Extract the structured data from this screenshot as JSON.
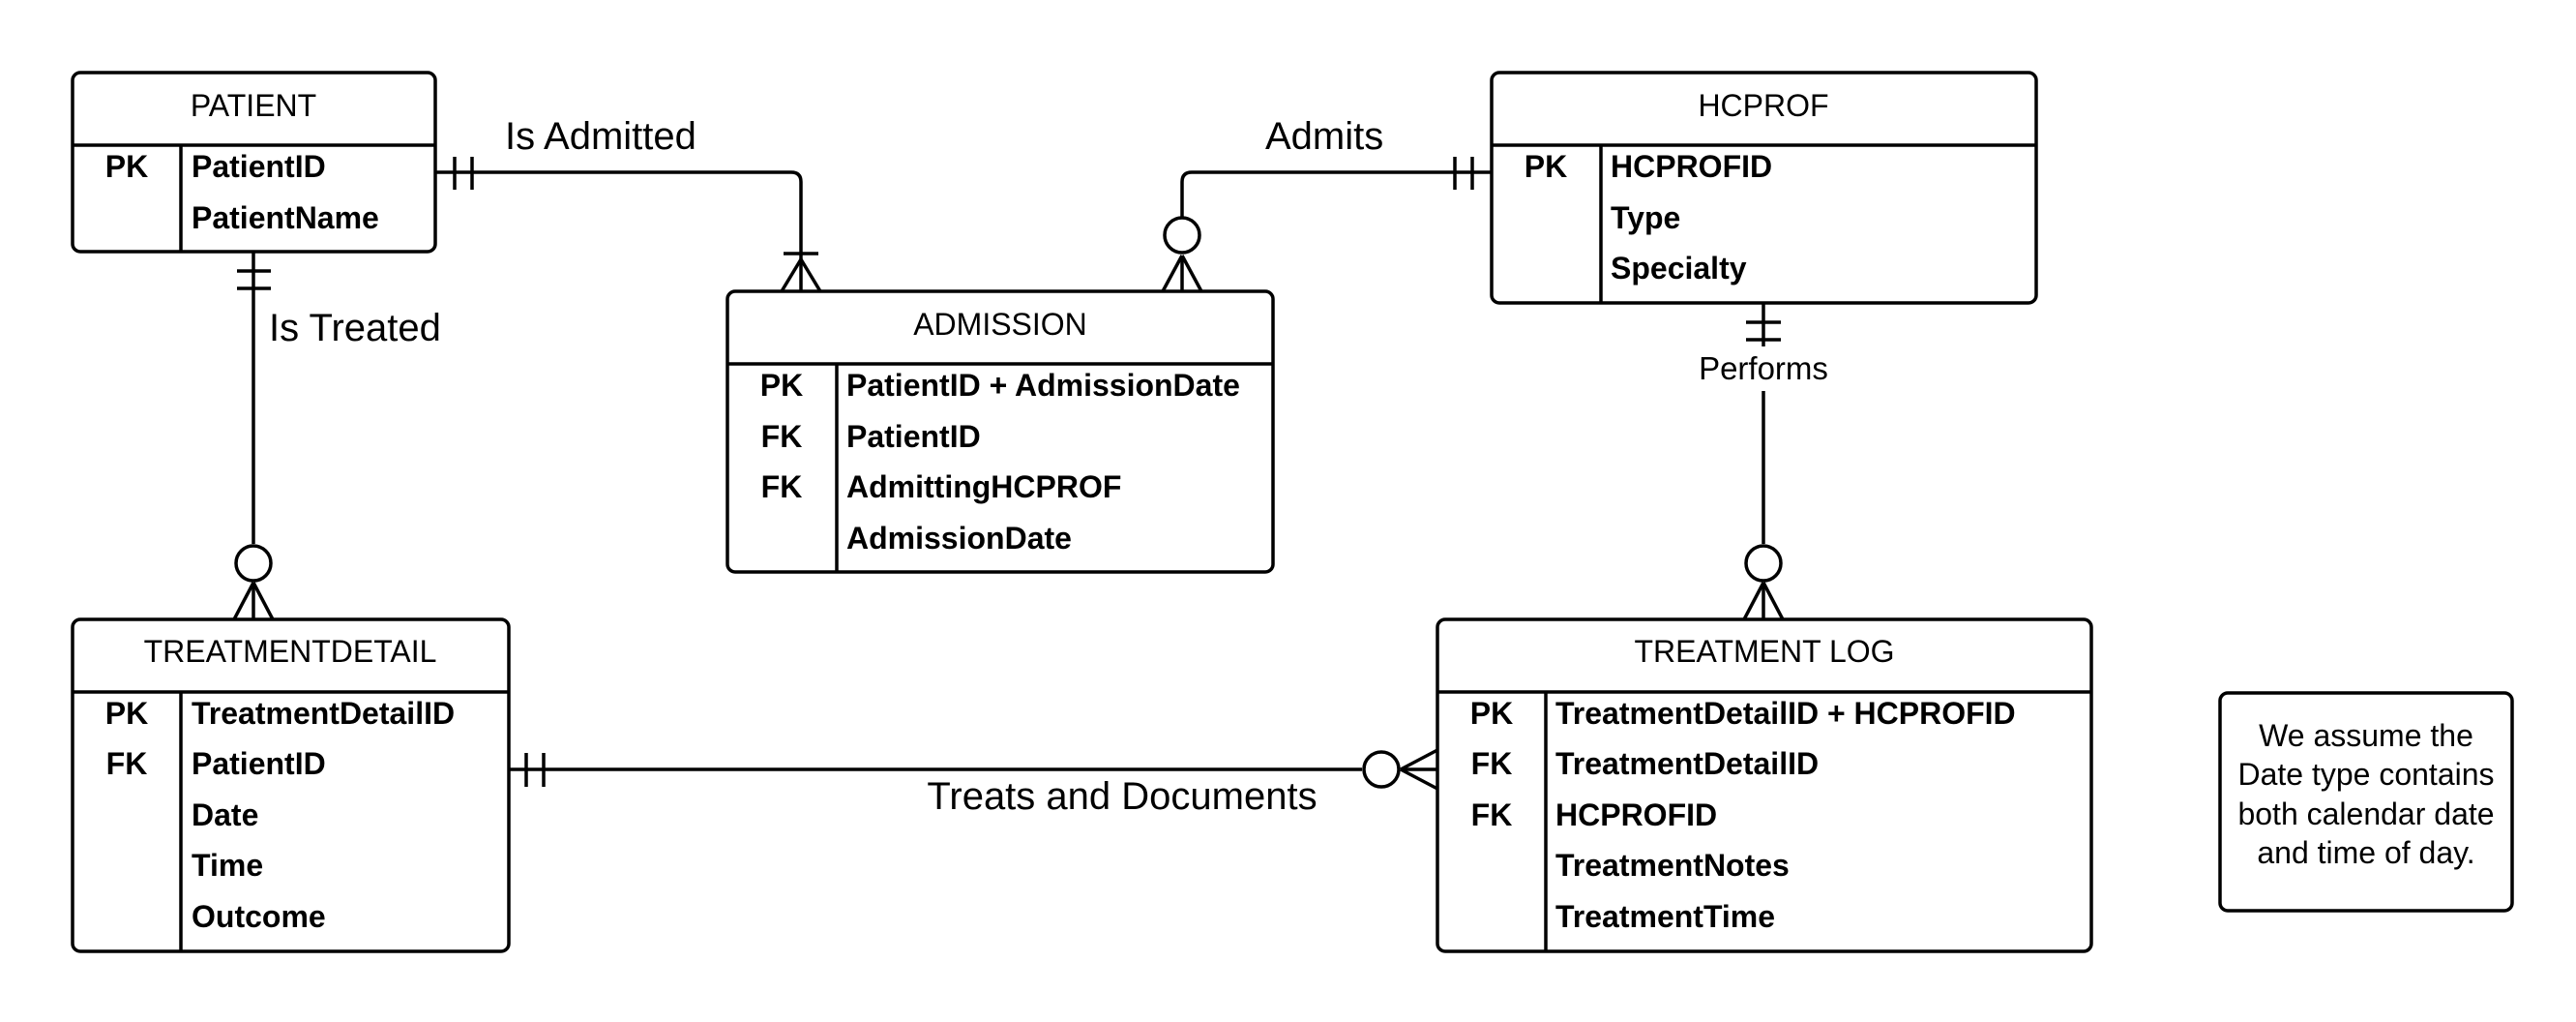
{
  "entities": {
    "patient": {
      "name": "PATIENT",
      "rows": [
        {
          "key": "PK",
          "field": "PatientID"
        },
        {
          "key": "",
          "field": "PatientName"
        }
      ]
    },
    "admission": {
      "name": "ADMISSION",
      "rows": [
        {
          "key": "PK",
          "field": "PatientID + AdmissionDate"
        },
        {
          "key": "FK",
          "field": "PatientID"
        },
        {
          "key": "FK",
          "field": "AdmittingHCPROF"
        },
        {
          "key": "",
          "field": "AdmissionDate"
        }
      ]
    },
    "hcprof": {
      "name": "HCPROF",
      "rows": [
        {
          "key": "PK",
          "field": "HCPROFID"
        },
        {
          "key": "",
          "field": "Type"
        },
        {
          "key": "",
          "field": "Specialty"
        }
      ]
    },
    "treatmentdetail": {
      "name": "TREATMENTDETAIL",
      "rows": [
        {
          "key": "PK",
          "field": "TreatmentDetailID"
        },
        {
          "key": "FK",
          "field": "PatientID"
        },
        {
          "key": "",
          "field": "Date"
        },
        {
          "key": "",
          "field": "Time"
        },
        {
          "key": "",
          "field": "Outcome"
        }
      ]
    },
    "treatmentlog": {
      "name": "TREATMENT LOG",
      "rows": [
        {
          "key": "PK",
          "field": "TreatmentDetailID + HCPROFID"
        },
        {
          "key": "FK",
          "field": "TreatmentDetailID"
        },
        {
          "key": "FK",
          "field": "HCPROFID"
        },
        {
          "key": "",
          "field": "TreatmentNotes"
        },
        {
          "key": "",
          "field": "TreatmentTime"
        }
      ]
    }
  },
  "relationships": {
    "is_admitted": "Is Admitted",
    "admits": "Admits",
    "is_treated": "Is Treated",
    "performs": "Performs",
    "treats_and_documents": "Treats and Documents"
  },
  "note": {
    "lines": [
      "We assume the",
      "Date type contains",
      "both calendar date",
      "and time of day."
    ]
  }
}
